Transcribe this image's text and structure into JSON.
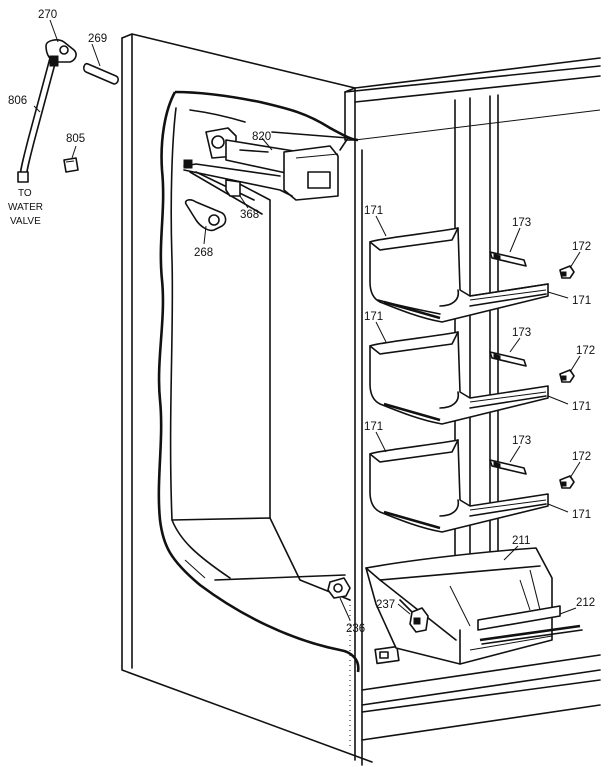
{
  "labels": {
    "p270": "270",
    "p269": "269",
    "p806": "806",
    "p805": "805",
    "to_water_valve_1": "TO",
    "to_water_valve_2": "WATER",
    "to_water_valve_3": "VALVE",
    "p820": "820",
    "p368": "368",
    "p268": "268",
    "p171_a": "171",
    "p171_b": "171",
    "p171_c": "171",
    "p171_d": "171",
    "p171_e": "171",
    "p171_f": "171",
    "p173_a": "173",
    "p173_b": "173",
    "p173_c": "173",
    "p172_a": "172",
    "p172_b": "172",
    "p172_c": "172",
    "p211": "211",
    "p212": "212",
    "p237": "237",
    "p236": "236"
  },
  "colors": {
    "ink": "#111111",
    "paper": "#ffffff"
  }
}
